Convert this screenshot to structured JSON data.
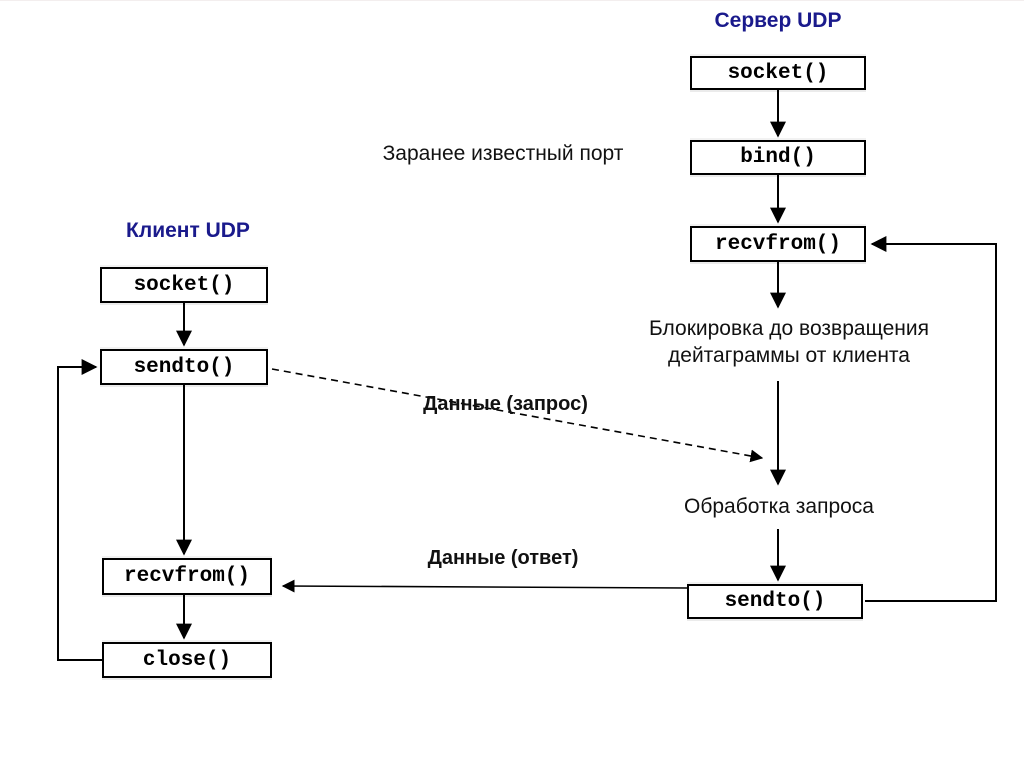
{
  "diagram": {
    "client": {
      "title": "Клиент UDP",
      "boxes": [
        {
          "label": "socket()"
        },
        {
          "label": "sendto()"
        },
        {
          "label": "recvfrom()"
        },
        {
          "label": "close()"
        }
      ]
    },
    "server": {
      "title": "Сервер UDP",
      "boxes": [
        {
          "label": "socket()"
        },
        {
          "label": "bind()"
        },
        {
          "label": "recvfrom()"
        },
        {
          "label": "sendto()"
        }
      ]
    },
    "annotations": {
      "well_known_port": "Заранее известный порт",
      "blocking_line1": "Блокировка до возвращения",
      "blocking_line2": "дейтаграммы от клиента",
      "processing": "Обработка запроса",
      "request": "Данные (запрос)",
      "reply": "Данные (ответ)"
    },
    "colors": {
      "title": "#1a1a8c",
      "line": "#000000",
      "background": "#ffffff"
    }
  }
}
